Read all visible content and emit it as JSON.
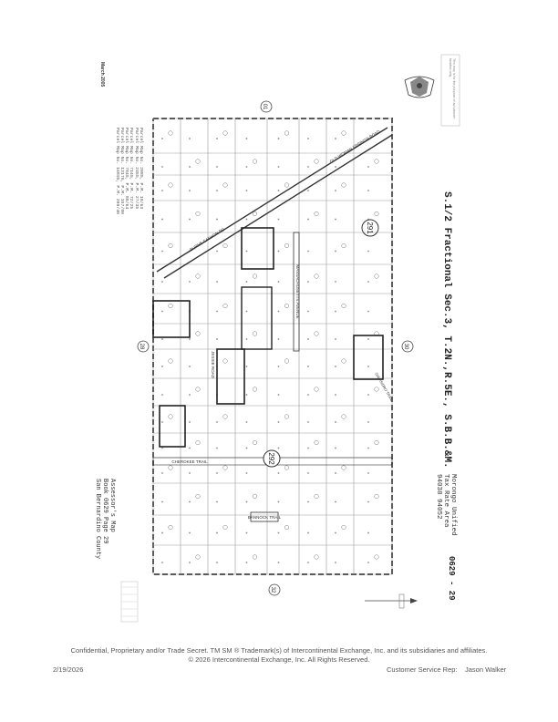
{
  "map": {
    "title": "S.1/2 Fractional Sec.3, T.2N.,R.5E., S.B.B.&M.",
    "district_lines": [
      "Morongo Unified",
      "Tax Rate Area",
      "94038 94052"
    ],
    "book_lines": [
      "Assessor's Map",
      "Book 0629 Page 29",
      "San Bernardino County"
    ],
    "page_number": "0629 - 29",
    "revision_date": "March 2005",
    "parcel_map_notes": [
      "Parcel Map No. 2085, P.M. 18/63",
      "Parcel Map No. 2455, P.M. 27/35",
      "Parcel Map No. 7145, P.M. 72/25",
      "Parcel Map No. 7845, P.M. 88/64",
      "Parcel Map No. 13176, P.M. 157/80",
      "Parcel Map No. 16895, P.M. 209/40"
    ],
    "disclaimer": "This map is for the purpose of ad valorem taxation only.",
    "book_circles": [
      "291",
      "292"
    ],
    "section_circles": [
      "01",
      "28",
      "30",
      "32"
    ],
    "street_labels": [
      "OLD WOMAN SPRINGS ROAD",
      "BURNS CANYON RD",
      "MASSACHUSETTS AVENUE",
      "JESSIE ROAD",
      "CHEROKEE TRAIL",
      "BANNOCK TRAIL",
      "SAN ISIDRO TRAIL"
    ]
  },
  "footer": {
    "confidential": "Confidential, Proprietary and/or Trade Secret.  TM SM ® Trademark(s) of Intercontinental Exchange, Inc. and its subsidiaries and affiliates.",
    "copyright": "© 2026 Intercontinental Exchange, Inc. All Rights Reserved.",
    "date": "2/19/2026",
    "rep_label": "Customer Service Rep:",
    "rep_name": "Jason Walker"
  }
}
